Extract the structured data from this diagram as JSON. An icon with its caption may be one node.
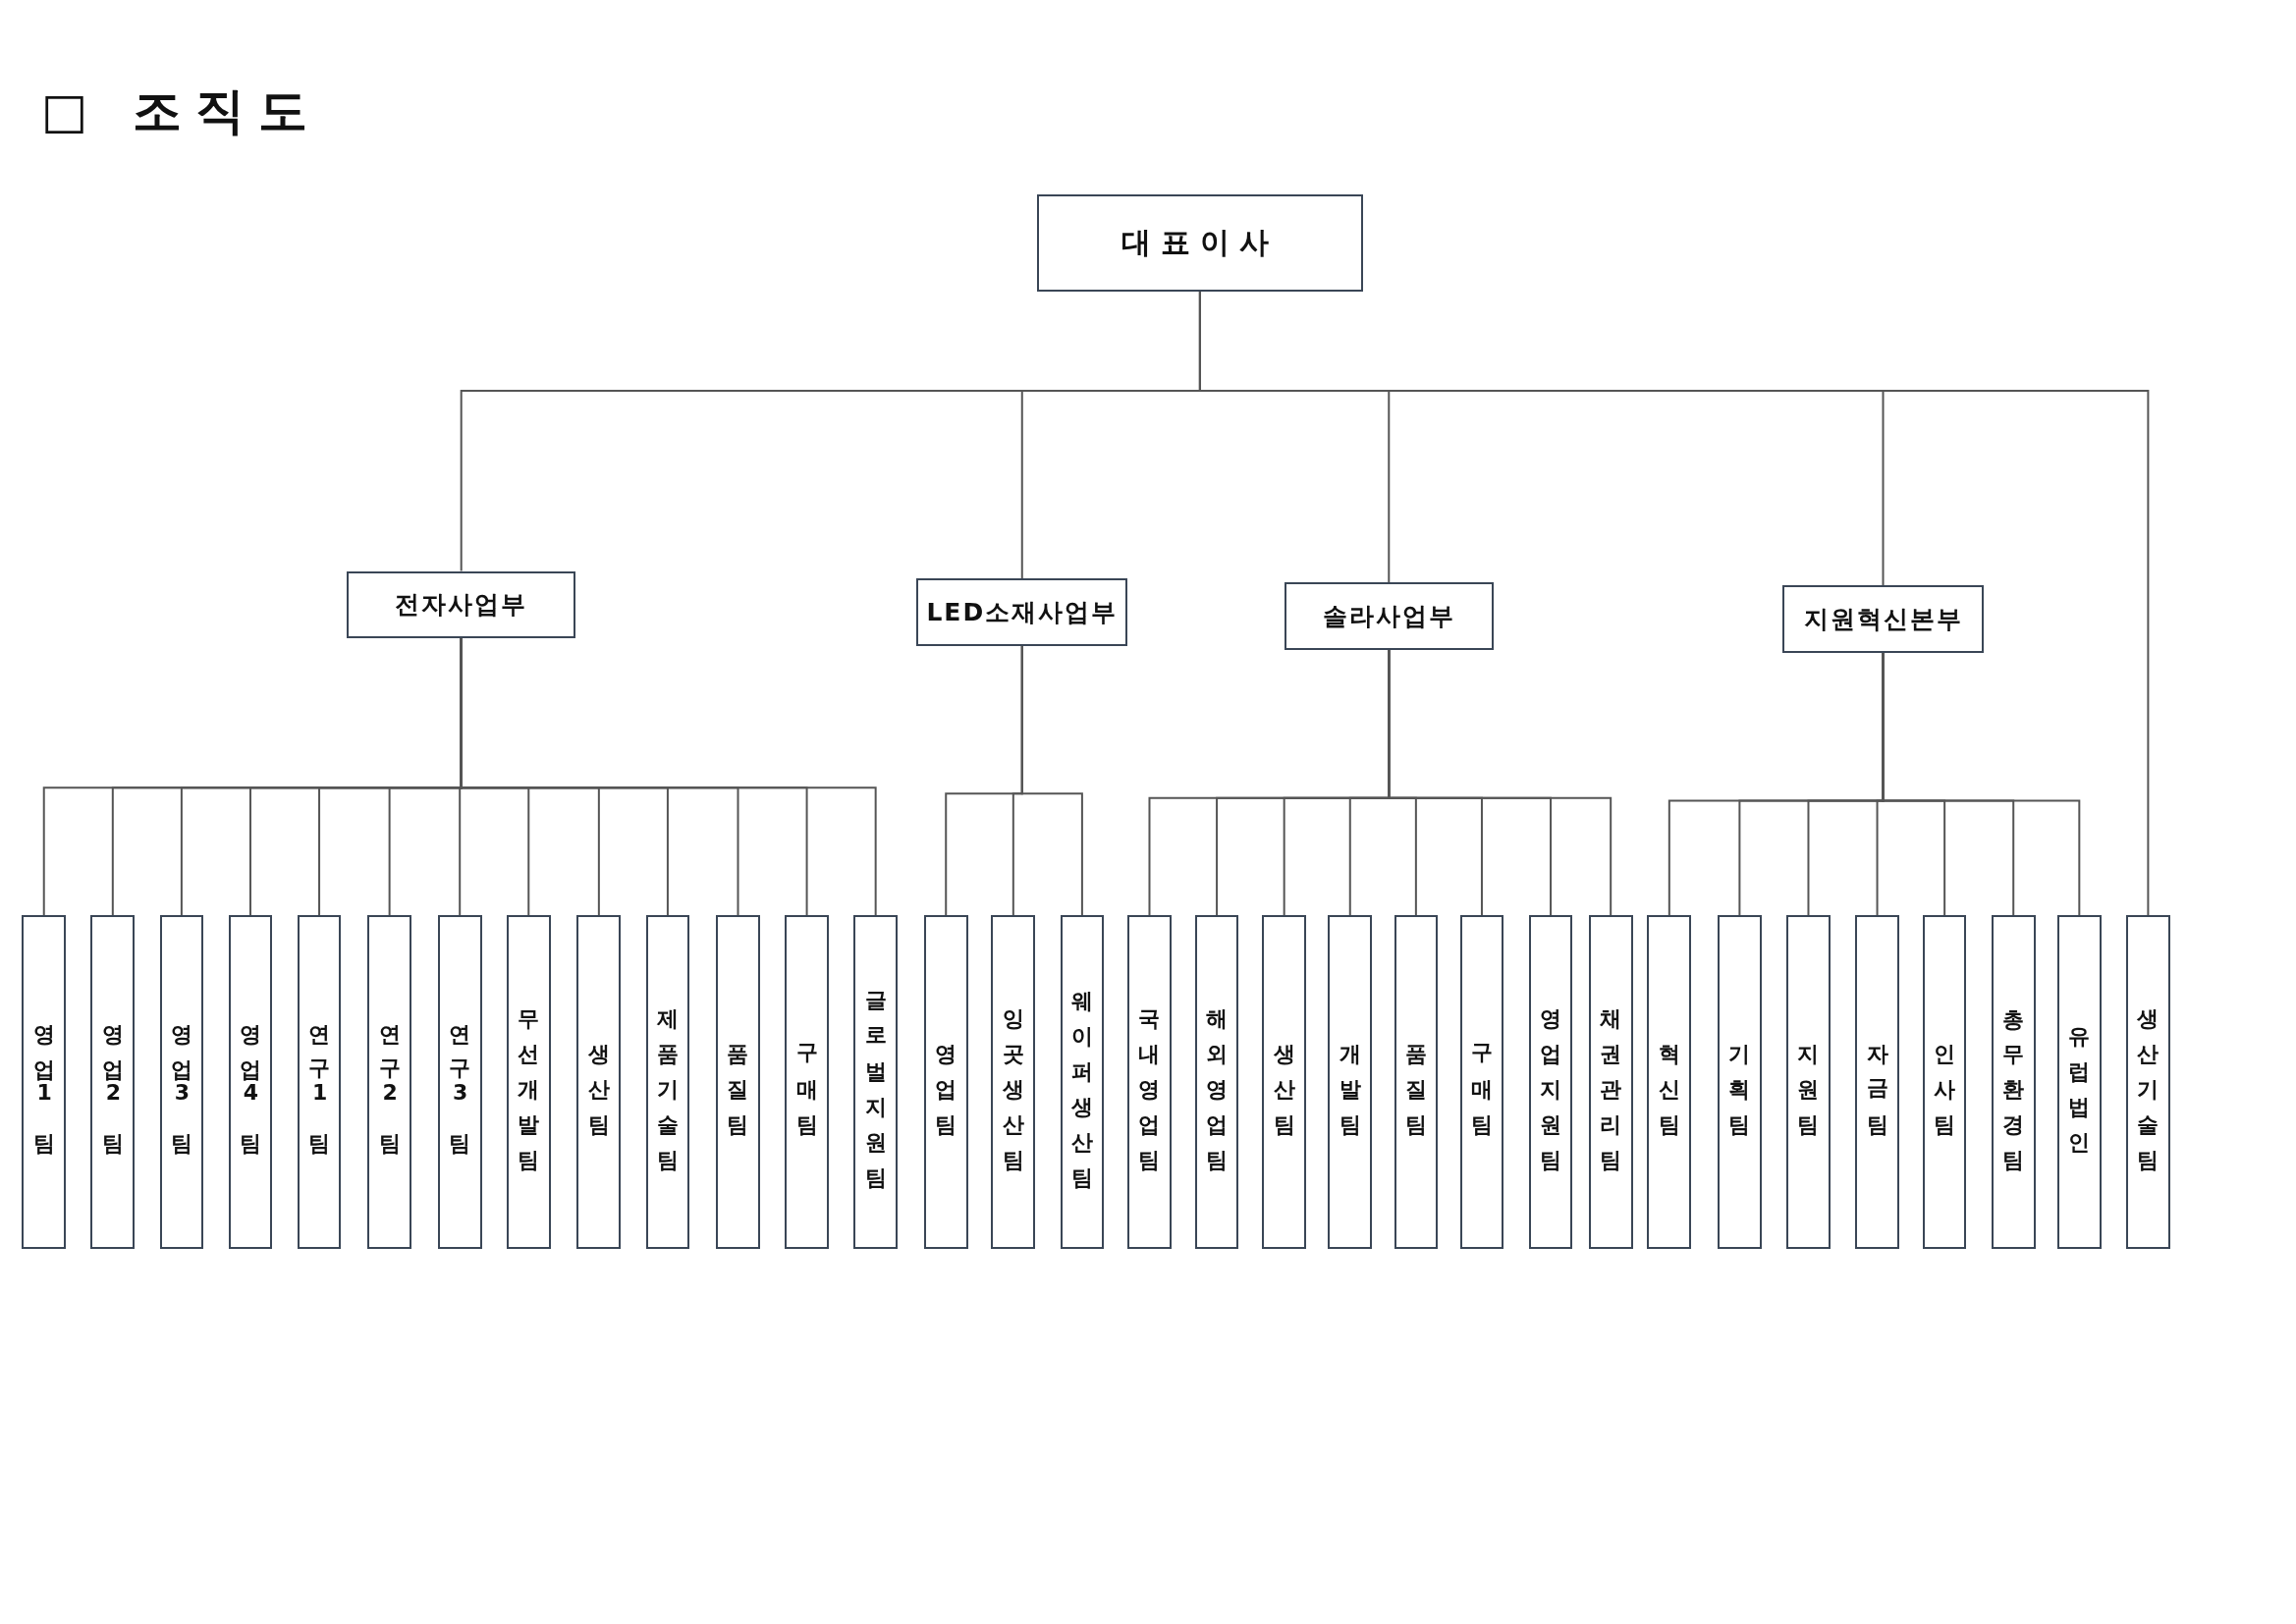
{
  "diagram": {
    "title": "□ 조직도",
    "nodes": [
      {
        "text": [
          "대표이사"
        ]
      },
      {
        "text": [
          "전자사업부"
        ]
      },
      {
        "text": [
          "LED소재사업부"
        ]
      },
      {
        "text": [
          "솔라사업부"
        ]
      },
      {
        "text": [
          "지원혁신본부"
        ]
      },
      {
        "text": [
          "영업1팀"
        ]
      },
      {
        "text": [
          "영업2팀"
        ]
      },
      {
        "text": [
          "영업3팀"
        ]
      },
      {
        "text": [
          "영업4팀"
        ]
      },
      {
        "text": [
          "연구1팀"
        ]
      },
      {
        "text": [
          "연구2팀"
        ]
      },
      {
        "text": [
          "연구3팀"
        ]
      },
      {
        "text": [
          "무선개발팀"
        ]
      },
      {
        "text": [
          "생산팀"
        ]
      },
      {
        "text": [
          "제품기술팀"
        ]
      },
      {
        "text": [
          "품질팀"
        ]
      },
      {
        "text": [
          "구매팀"
        ]
      },
      {
        "text": [
          "글로벌지원팀"
        ]
      },
      {
        "text": [
          "영업팀"
        ]
      },
      {
        "text": [
          "잉곳생산팀"
        ]
      },
      {
        "text": [
          "웨이퍼생산팀"
        ]
      },
      {
        "text": [
          "국내영업팀"
        ]
      },
      {
        "text": [
          "해외영업팀"
        ]
      },
      {
        "text": [
          "생산팀"
        ]
      },
      {
        "text": [
          "개발팀"
        ]
      },
      {
        "text": [
          "품질팀"
        ]
      },
      {
        "text": [
          "구매팀"
        ]
      },
      {
        "text": [
          "영업지원팀"
        ]
      },
      {
        "text": [
          "채권관리팀"
        ]
      },
      {
        "text": [
          "혁신팀"
        ]
      },
      {
        "text": [
          "기획팀"
        ]
      },
      {
        "text": [
          "지원팀"
        ]
      },
      {
        "text": [
          "자금팀"
        ]
      },
      {
        "text": [
          "인사팀"
        ]
      },
      {
        "text": [
          "총무환경팀"
        ]
      },
      {
        "text": [
          "유럽법인"
        ]
      },
      {
        "text": [
          "생산기술팀"
        ]
      }
    ],
    "edges": [
      {
        "from": 0,
        "to": 1,
        "arrow": "none"
      },
      {
        "from": 0,
        "to": 2,
        "arrow": "none"
      },
      {
        "from": 0,
        "to": 3,
        "arrow": "none"
      },
      {
        "from": 0,
        "to": 4,
        "arrow": "none"
      },
      {
        "from": 0,
        "to": 36,
        "arrow": "none"
      },
      {
        "from": 1,
        "to": 5,
        "arrow": "none"
      },
      {
        "from": 1,
        "to": 6,
        "arrow": "none"
      },
      {
        "from": 1,
        "to": 7,
        "arrow": "none"
      },
      {
        "from": 1,
        "to": 8,
        "arrow": "none"
      },
      {
        "from": 1,
        "to": 9,
        "arrow": "none"
      },
      {
        "from": 1,
        "to": 10,
        "arrow": "none"
      },
      {
        "from": 1,
        "to": 11,
        "arrow": "none"
      },
      {
        "from": 1,
        "to": 12,
        "arrow": "none"
      },
      {
        "from": 1,
        "to": 13,
        "arrow": "none"
      },
      {
        "from": 1,
        "to": 14,
        "arrow": "none"
      },
      {
        "from": 1,
        "to": 15,
        "arrow": "none"
      },
      {
        "from": 1,
        "to": 16,
        "arrow": "none"
      },
      {
        "from": 1,
        "to": 17,
        "arrow": "none"
      },
      {
        "from": 2,
        "to": 18,
        "arrow": "none"
      },
      {
        "from": 2,
        "to": 19,
        "arrow": "none"
      },
      {
        "from": 2,
        "to": 20,
        "arrow": "none"
      },
      {
        "from": 3,
        "to": 21,
        "arrow": "none"
      },
      {
        "from": 3,
        "to": 22,
        "arrow": "none"
      },
      {
        "from": 3,
        "to": 23,
        "arrow": "none"
      },
      {
        "from": 3,
        "to": 24,
        "arrow": "none"
      },
      {
        "from": 3,
        "to": 25,
        "arrow": "none"
      },
      {
        "from": 3,
        "to": 26,
        "arrow": "none"
      },
      {
        "from": 3,
        "to": 27,
        "arrow": "none"
      },
      {
        "from": 3,
        "to": 28,
        "arrow": "none"
      },
      {
        "from": 4,
        "to": 29,
        "arrow": "none"
      },
      {
        "from": 4,
        "to": 30,
        "arrow": "none"
      },
      {
        "from": 4,
        "to": 31,
        "arrow": "none"
      },
      {
        "from": 4,
        "to": 32,
        "arrow": "none"
      },
      {
        "from": 4,
        "to": 33,
        "arrow": "none"
      },
      {
        "from": 4,
        "to": 34,
        "arrow": "none"
      },
      {
        "from": 4,
        "to": 35,
        "arrow": "none"
      }
    ]
  }
}
